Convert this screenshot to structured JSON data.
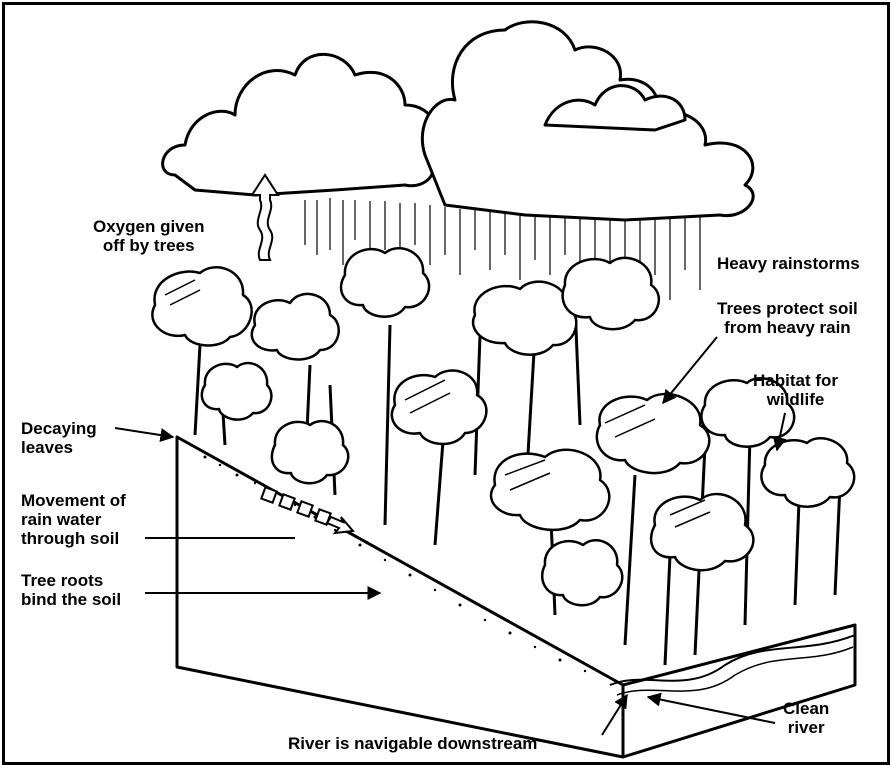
{
  "labels": {
    "oxygen": [
      "Oxygen given",
      "off by trees"
    ],
    "rain": [
      "Heavy rainstorms"
    ],
    "protect": [
      "Trees protect soil",
      "from heavy rain"
    ],
    "habitat": [
      "Habitat for",
      "wildlife"
    ],
    "decaying": [
      "Decaying",
      "leaves"
    ],
    "movement": [
      "Movement of",
      "rain water",
      "through soil"
    ],
    "roots": [
      "Tree roots",
      "bind the soil"
    ],
    "clean_river": [
      "Clean",
      "river"
    ],
    "navigable": [
      "River is navigable downstream"
    ]
  },
  "colors": {
    "ink": "#000000",
    "paper": "#ffffff"
  }
}
